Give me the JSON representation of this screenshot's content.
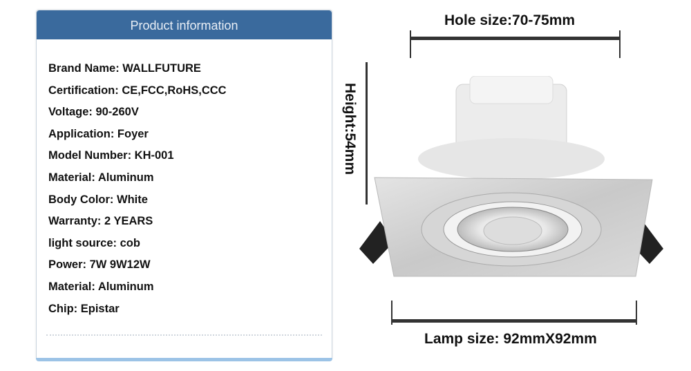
{
  "panel": {
    "title": "Product information",
    "rows": [
      "Brand Name: WALLFUTURE",
      "Certification: CE,FCC,RoHS,CCC",
      "Voltage: 90-260V",
      "Application: Foyer",
      "Model Number: KH-001",
      "Material: Aluminum",
      "Body Color: White",
      "Warranty: 2 YEARS",
      "light source: cob",
      "Power: 7W 9W12W",
      "Material: Aluminum",
      "Chip: Epistar"
    ]
  },
  "dimensions": {
    "hole": "Hole size:70-75mm",
    "height": "Height:54mm",
    "lamp": "Lamp size: 92mmX92mm"
  },
  "colors": {
    "header": "#3a6a9d",
    "bottom_bar": "#9cc3e6"
  }
}
